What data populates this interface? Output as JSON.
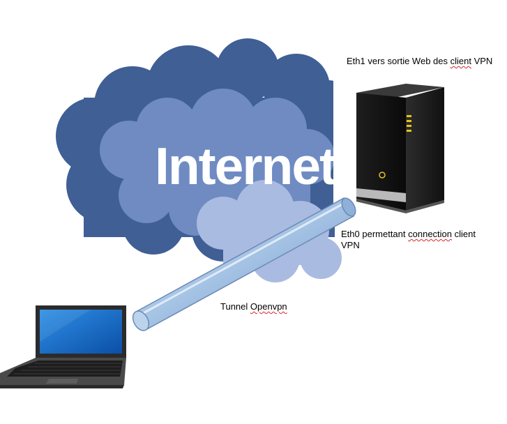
{
  "cloud": {
    "text": "Internet",
    "colors": {
      "dark": "#3f5f95",
      "mid": "#6f8bc2",
      "light": "#a9bbe0",
      "text": "#ffffff"
    }
  },
  "labels": {
    "eth1": {
      "prefix": "Eth1 vers sortie Web des ",
      "squiggle": "client",
      "suffix": " VPN"
    },
    "eth0": {
      "line1_prefix": "Eth0 permettant ",
      "line1_squiggle": "connection",
      "line1_suffix": " client",
      "line2": "VPN"
    },
    "tunnel": {
      "prefix": "Tunnel ",
      "squiggle": "Openvpn"
    }
  },
  "icons": {
    "server": "server-tower-icon",
    "laptop": "laptop-icon",
    "tunnel": "tunnel-pipe-icon",
    "cloud": "internet-cloud-icon"
  }
}
